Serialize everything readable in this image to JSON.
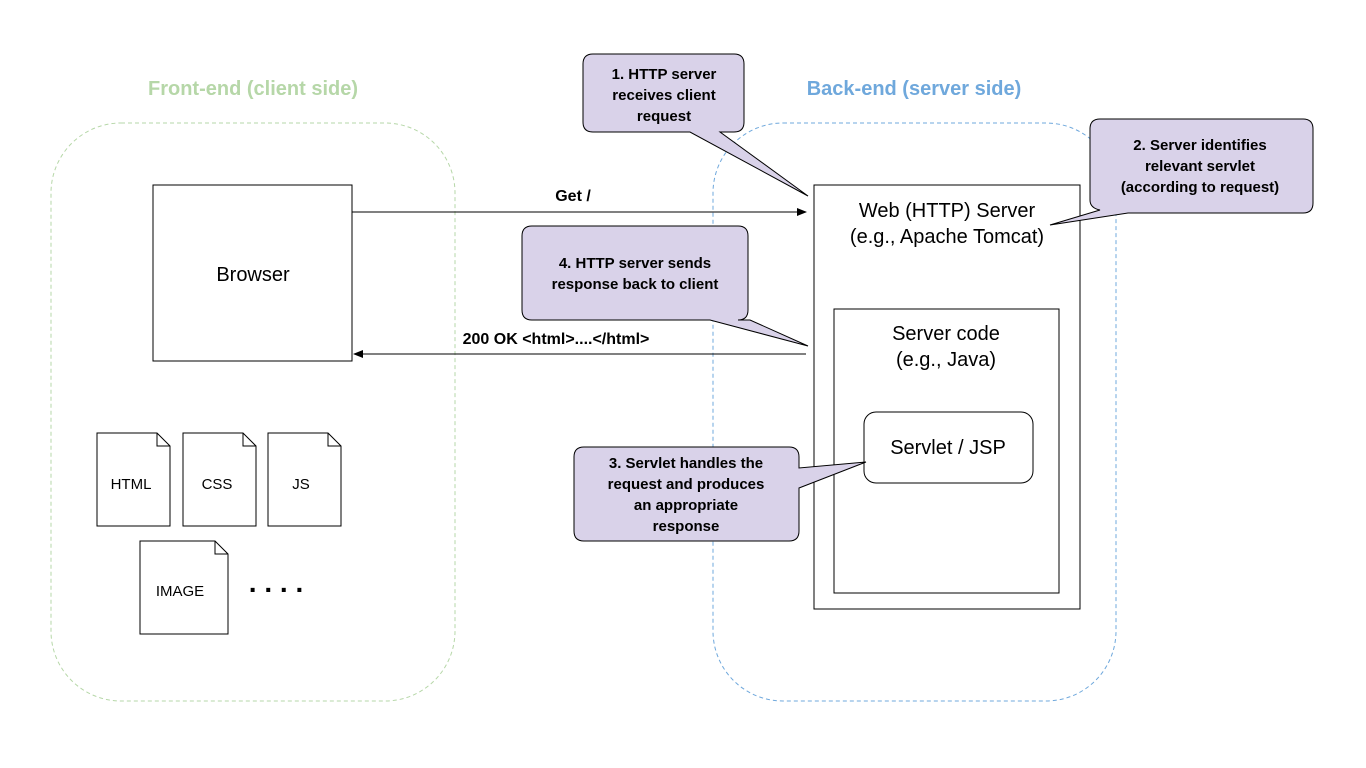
{
  "colors": {
    "frontend": "#b6d7a8",
    "backend": "#6fa8dc",
    "callout_fill": "#d9d2e9",
    "stroke": "#000000"
  },
  "zones": {
    "frontend_title": "Front-end (client side)",
    "backend_title": "Back-end (server side)"
  },
  "boxes": {
    "browser": "Browser",
    "web_server_line1": "Web (HTTP) Server",
    "web_server_line2": "(e.g., Apache Tomcat)",
    "server_code_line1": "Server code",
    "server_code_line2": "(e.g., Java)",
    "servlet": "Servlet / JSP"
  },
  "arrows": {
    "request": "Get /",
    "response": "200 OK <html>....</html>"
  },
  "files": [
    {
      "label": "HTML",
      "icon": "file-icon"
    },
    {
      "label": "CSS",
      "icon": "file-icon"
    },
    {
      "label": "JS",
      "icon": "file-icon"
    },
    {
      "label": "IMAGE",
      "icon": "file-icon"
    }
  ],
  "ellipsis": ". . . .",
  "callouts": [
    {
      "lines": [
        "1. HTTP server",
        "receives client",
        "request"
      ]
    },
    {
      "lines": [
        "2. Server identifies",
        "relevant servlet",
        "(according to request)"
      ]
    },
    {
      "lines": [
        "3. Servlet handles the",
        "request and produces",
        "an appropriate",
        "response"
      ]
    },
    {
      "lines": [
        "4. HTTP server sends",
        "response back to client"
      ]
    }
  ]
}
